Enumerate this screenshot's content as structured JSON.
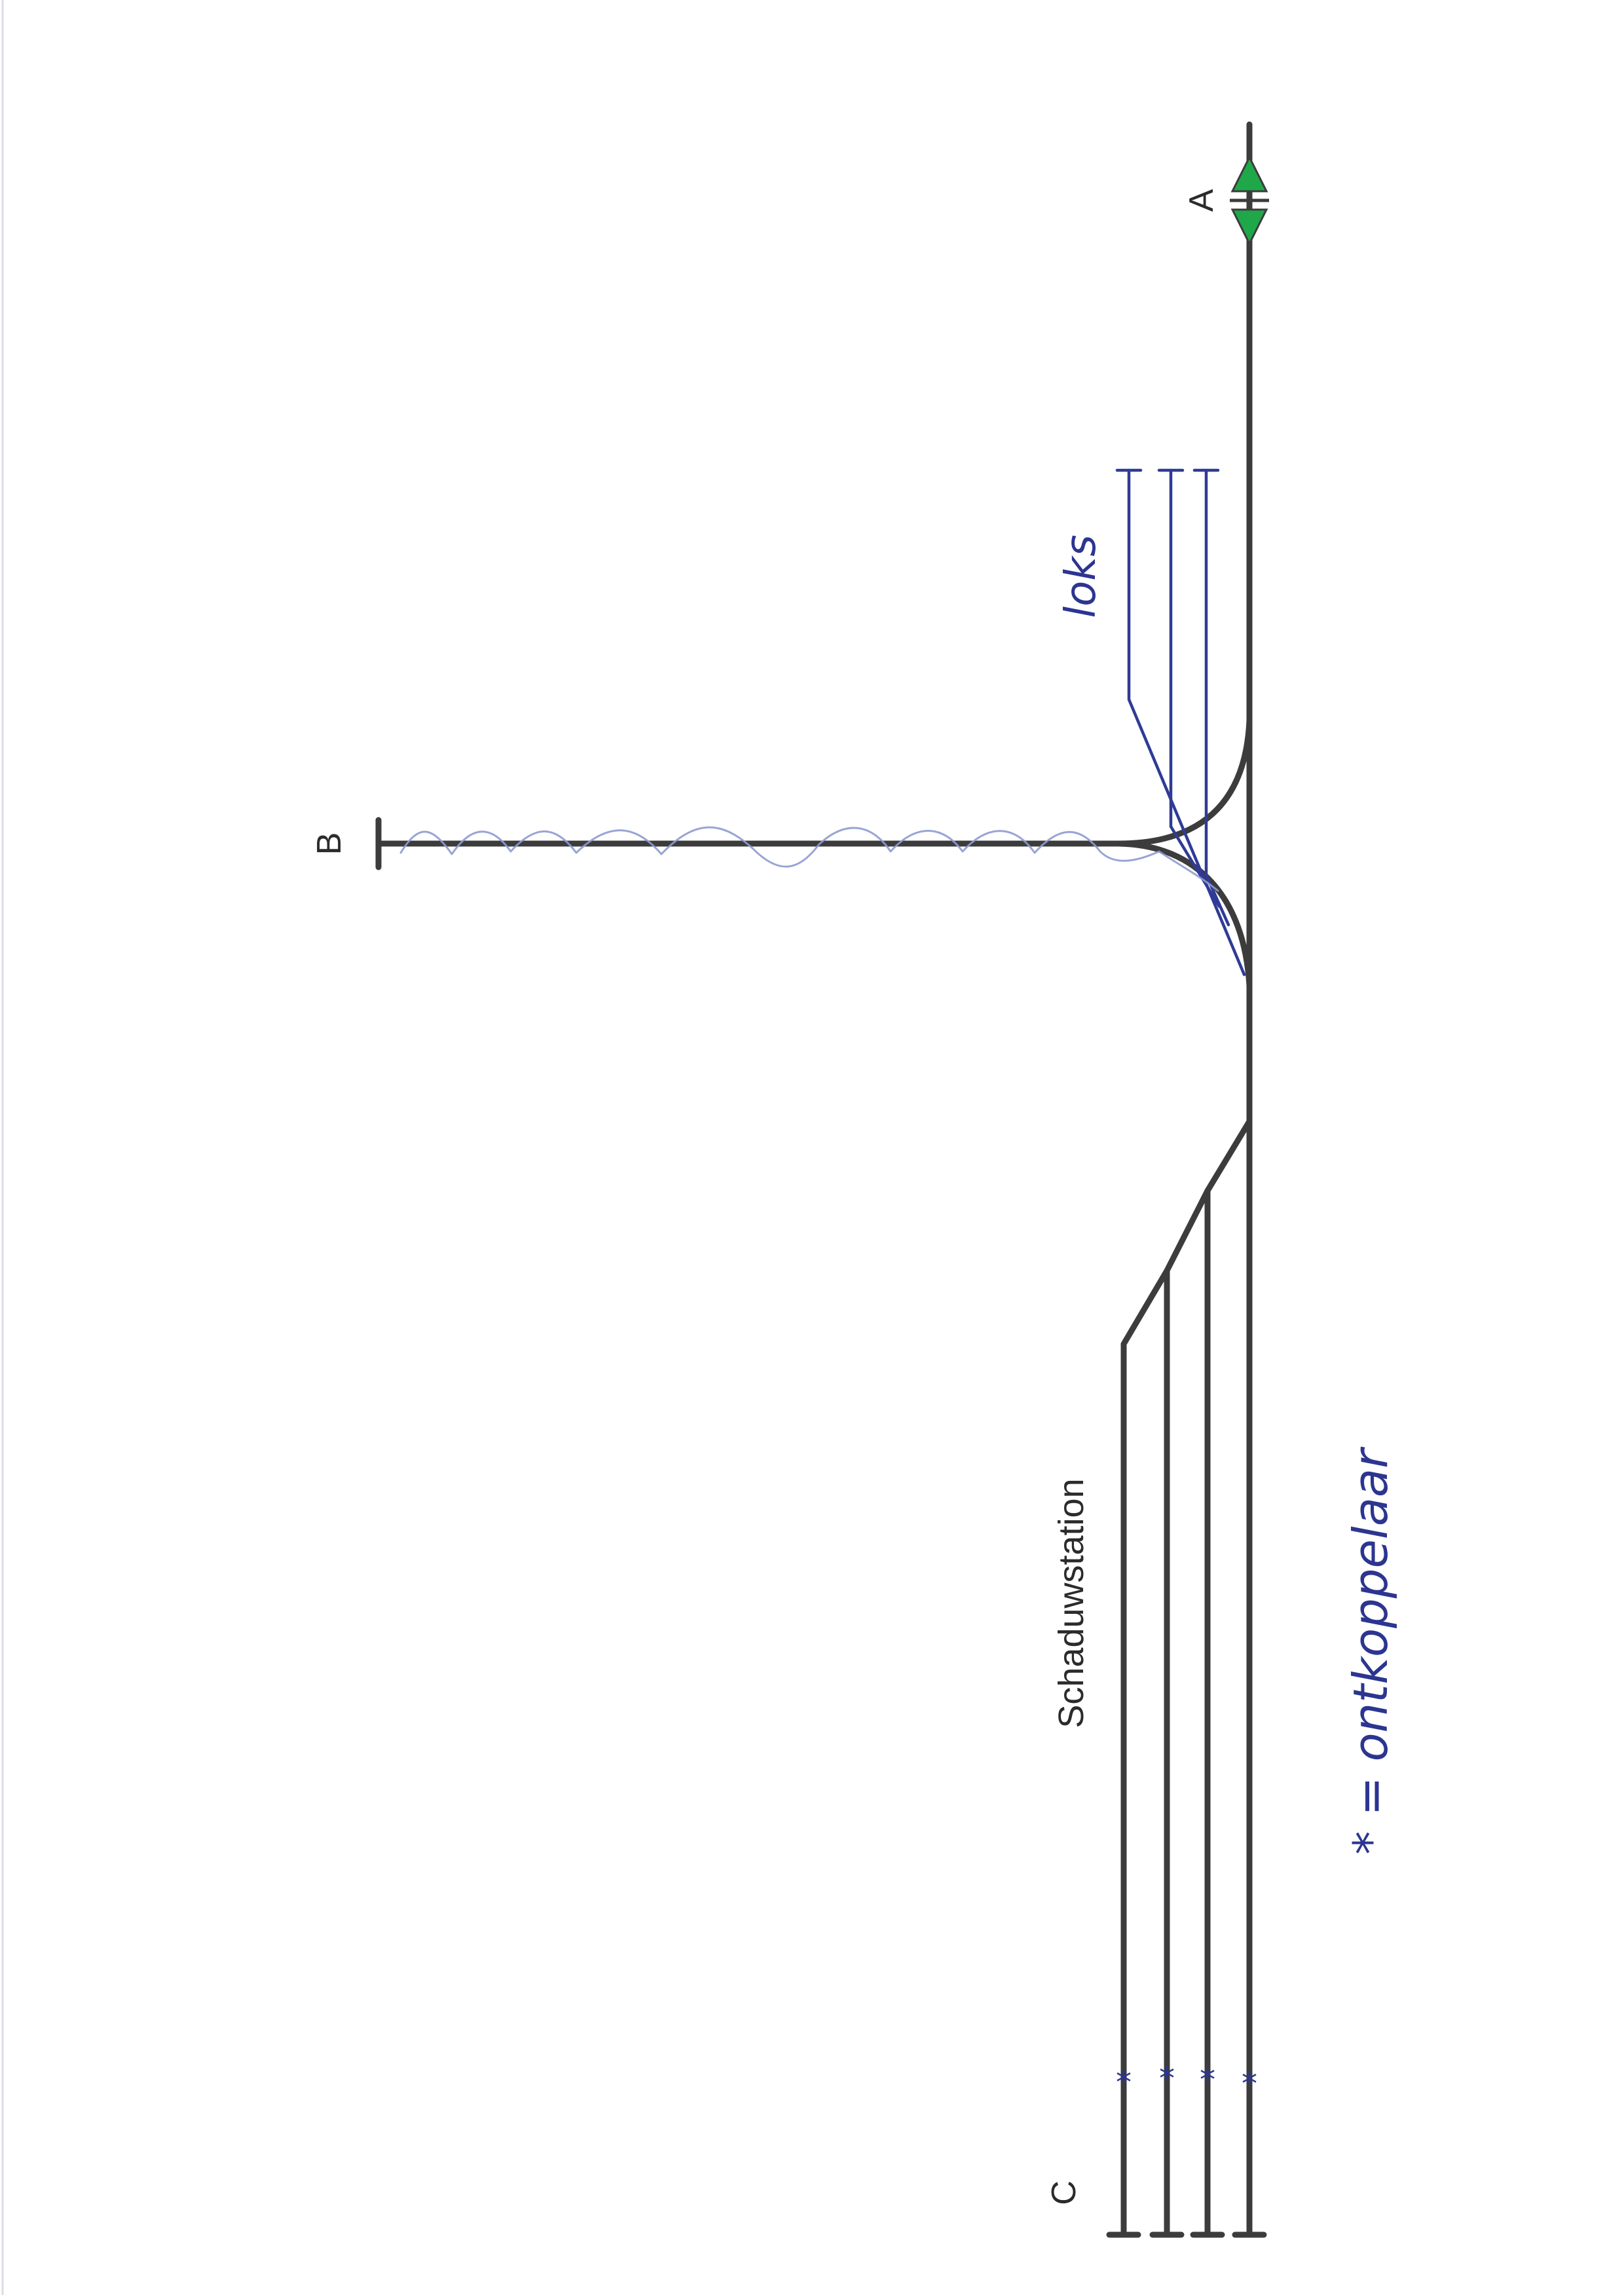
{
  "diagram": {
    "labels": {
      "a": "A",
      "b": "B",
      "c": "C",
      "station": "Schaduwstation",
      "loks": "loks",
      "legend": "* = ontkoppelaar"
    },
    "colors": {
      "track": "#3c3c3c",
      "handwriting": "#2f3b96",
      "signal": "#1fa84a",
      "squiggle": "#8e9ad0"
    },
    "icons": {
      "signal_at_a": "green-double-triangle-signal",
      "uncoupler": "asterisk-mark",
      "buffer_stop": "buffer-stop-bar"
    }
  }
}
